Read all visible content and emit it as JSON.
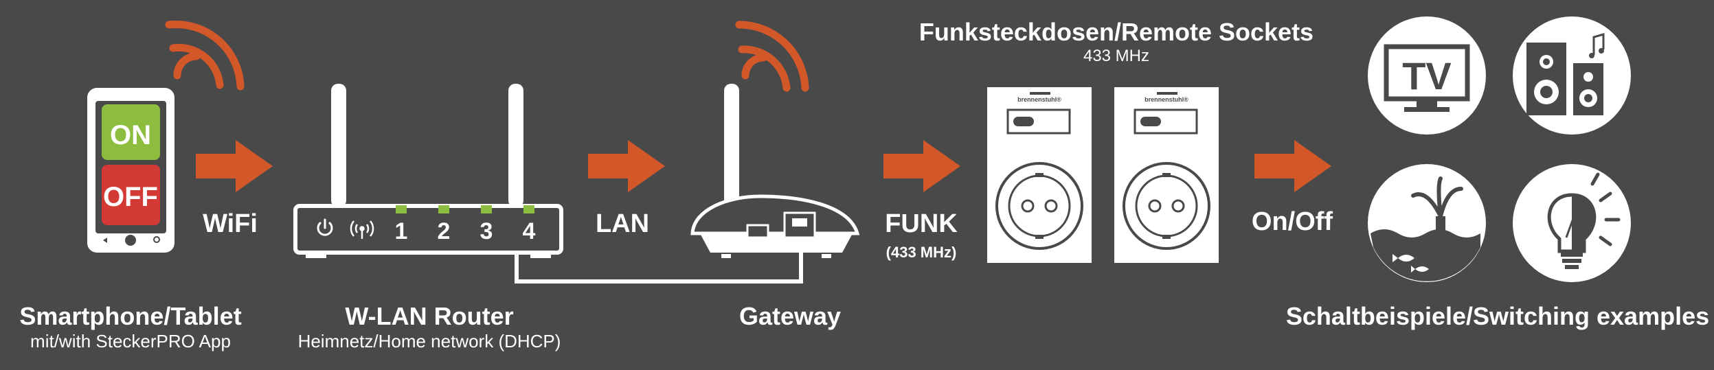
{
  "colors": {
    "background": "#4a4949",
    "accent_orange": "#d2582a",
    "on_green": "#8cbd3f",
    "off_red": "#d43a35",
    "white": "#ffffff"
  },
  "smartphone": {
    "on_label": "ON",
    "off_label": "OFF",
    "title": "Smartphone/Tablet",
    "subtitle": "mit/with SteckerPRO App"
  },
  "router": {
    "port_labels": [
      "1",
      "2",
      "3",
      "4"
    ],
    "title": "W-LAN Router",
    "subtitle": "Heimnetz/Home network (DHCP)",
    "icons": [
      "power-icon",
      "wifi-signal-icon"
    ]
  },
  "gateway": {
    "title": "Gateway"
  },
  "sockets": {
    "title": "Funksteckdosen/Remote Sockets",
    "subtitle": "433 MHz",
    "brand": "brennenstuhl®"
  },
  "links": {
    "wifi": "WiFi",
    "lan": "LAN",
    "funk": "FUNK",
    "funk_sub": "(433 MHz)",
    "onoff": "On/Off"
  },
  "examples": {
    "tv_label": "TV",
    "title": "Schaltbeispiele/Switching examples",
    "icons": [
      "tv-icon",
      "speakers-icon",
      "pond-pump-icon",
      "lamp-icon"
    ]
  }
}
